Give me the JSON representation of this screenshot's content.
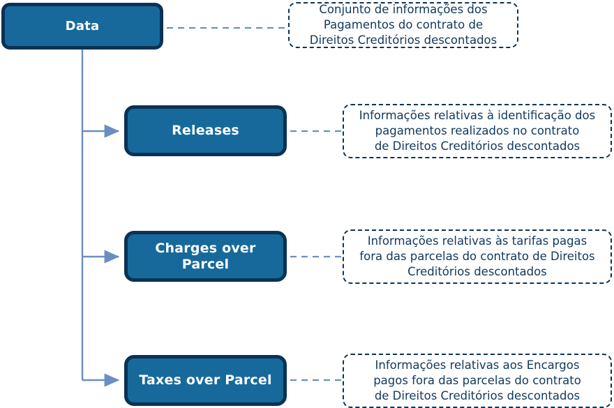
{
  "diagram": {
    "type": "tree-with-annotations",
    "colors": {
      "node_fill": "#17699b",
      "node_border": "#0a3255",
      "node_text": "#ffffff",
      "note_border": "#0d3354",
      "note_text": "#10395c",
      "connector": "#6b8ec2",
      "background": "#ffffff"
    },
    "root": {
      "label": "Data",
      "note": "Conjunto de informações dos\nPagamentos do contrato de\nDireitos Creditórios descontados"
    },
    "children": [
      {
        "label": "Releases",
        "note": "Informações relativas à identificação dos\npagamentos realizados no contrato\nde Direitos Creditórios descontados"
      },
      {
        "label": "Charges over Parcel",
        "note": "Informações relativas às tarifas pagas\nfora das parcelas do contrato de Direitos\nCreditórios descontados"
      },
      {
        "label": "Taxes over Parcel",
        "note": "Informações relativas aos Encargos\npagos fora das parcelas do contrato\nde Direitos Creditórios descontados"
      }
    ]
  }
}
